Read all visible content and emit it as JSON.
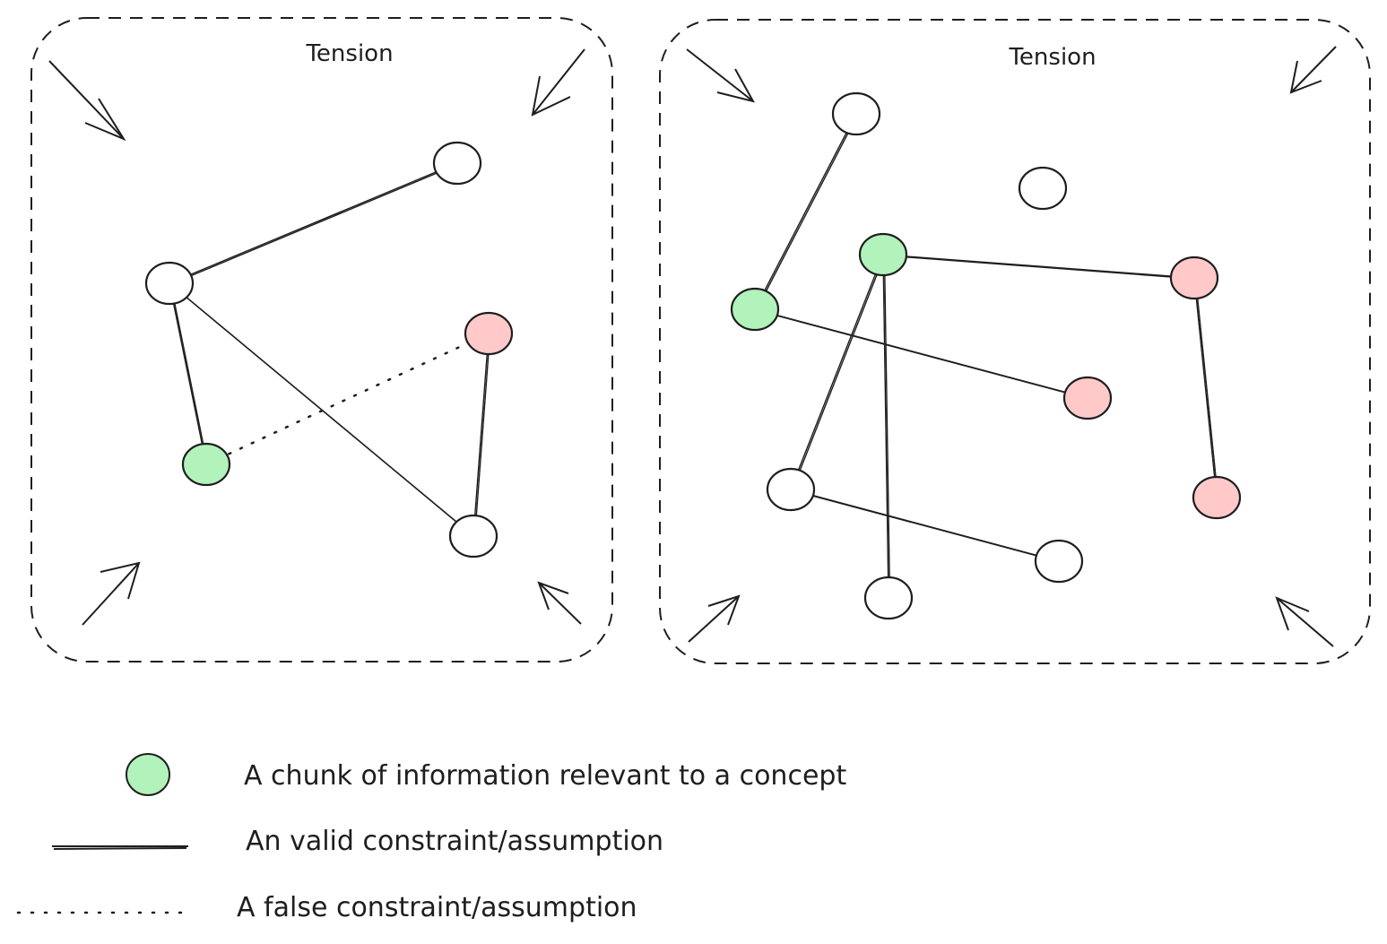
{
  "colors": {
    "stroke": "#1e1e1e",
    "relevant_fill": "#b2f2bb",
    "false_fill": "#ffc9c9",
    "plain_fill": "#ffffff"
  },
  "panels": [
    {
      "title": "Tension",
      "nodes": [
        {
          "id": "a",
          "kind": "plain"
        },
        {
          "id": "b",
          "kind": "plain"
        },
        {
          "id": "c",
          "kind": "false"
        },
        {
          "id": "d",
          "kind": "relevant"
        },
        {
          "id": "e",
          "kind": "plain"
        }
      ],
      "edges": [
        {
          "from": "b",
          "to": "a",
          "type": "valid"
        },
        {
          "from": "b",
          "to": "d",
          "type": "valid"
        },
        {
          "from": "b",
          "to": "e",
          "type": "valid"
        },
        {
          "from": "c",
          "to": "e",
          "type": "valid"
        },
        {
          "from": "d",
          "to": "c",
          "type": "false"
        }
      ]
    },
    {
      "title": "Tension",
      "nodes": [
        {
          "id": "p",
          "kind": "plain"
        },
        {
          "id": "q",
          "kind": "plain"
        },
        {
          "id": "g1",
          "kind": "relevant"
        },
        {
          "id": "r1",
          "kind": "false"
        },
        {
          "id": "g2",
          "kind": "relevant"
        },
        {
          "id": "r2",
          "kind": "false"
        },
        {
          "id": "s",
          "kind": "plain"
        },
        {
          "id": "r3",
          "kind": "false"
        },
        {
          "id": "t",
          "kind": "plain"
        },
        {
          "id": "u",
          "kind": "plain"
        }
      ],
      "edges": [
        {
          "from": "p",
          "to": "g2",
          "type": "valid"
        },
        {
          "from": "g1",
          "to": "r1",
          "type": "valid"
        },
        {
          "from": "g2",
          "to": "r2",
          "type": "valid"
        },
        {
          "from": "g1",
          "to": "s",
          "type": "valid"
        },
        {
          "from": "g1",
          "to": "u",
          "type": "valid"
        },
        {
          "from": "r1",
          "to": "r3",
          "type": "valid"
        },
        {
          "from": "s",
          "to": "t",
          "type": "valid"
        }
      ]
    }
  ],
  "legend": [
    {
      "symbol": "relevant-node",
      "label": "A chunk of information relevant to a concept"
    },
    {
      "symbol": "valid-line",
      "label": "An valid constraint/assumption"
    },
    {
      "symbol": "false-line",
      "label": "A false constraint/assumption"
    }
  ]
}
